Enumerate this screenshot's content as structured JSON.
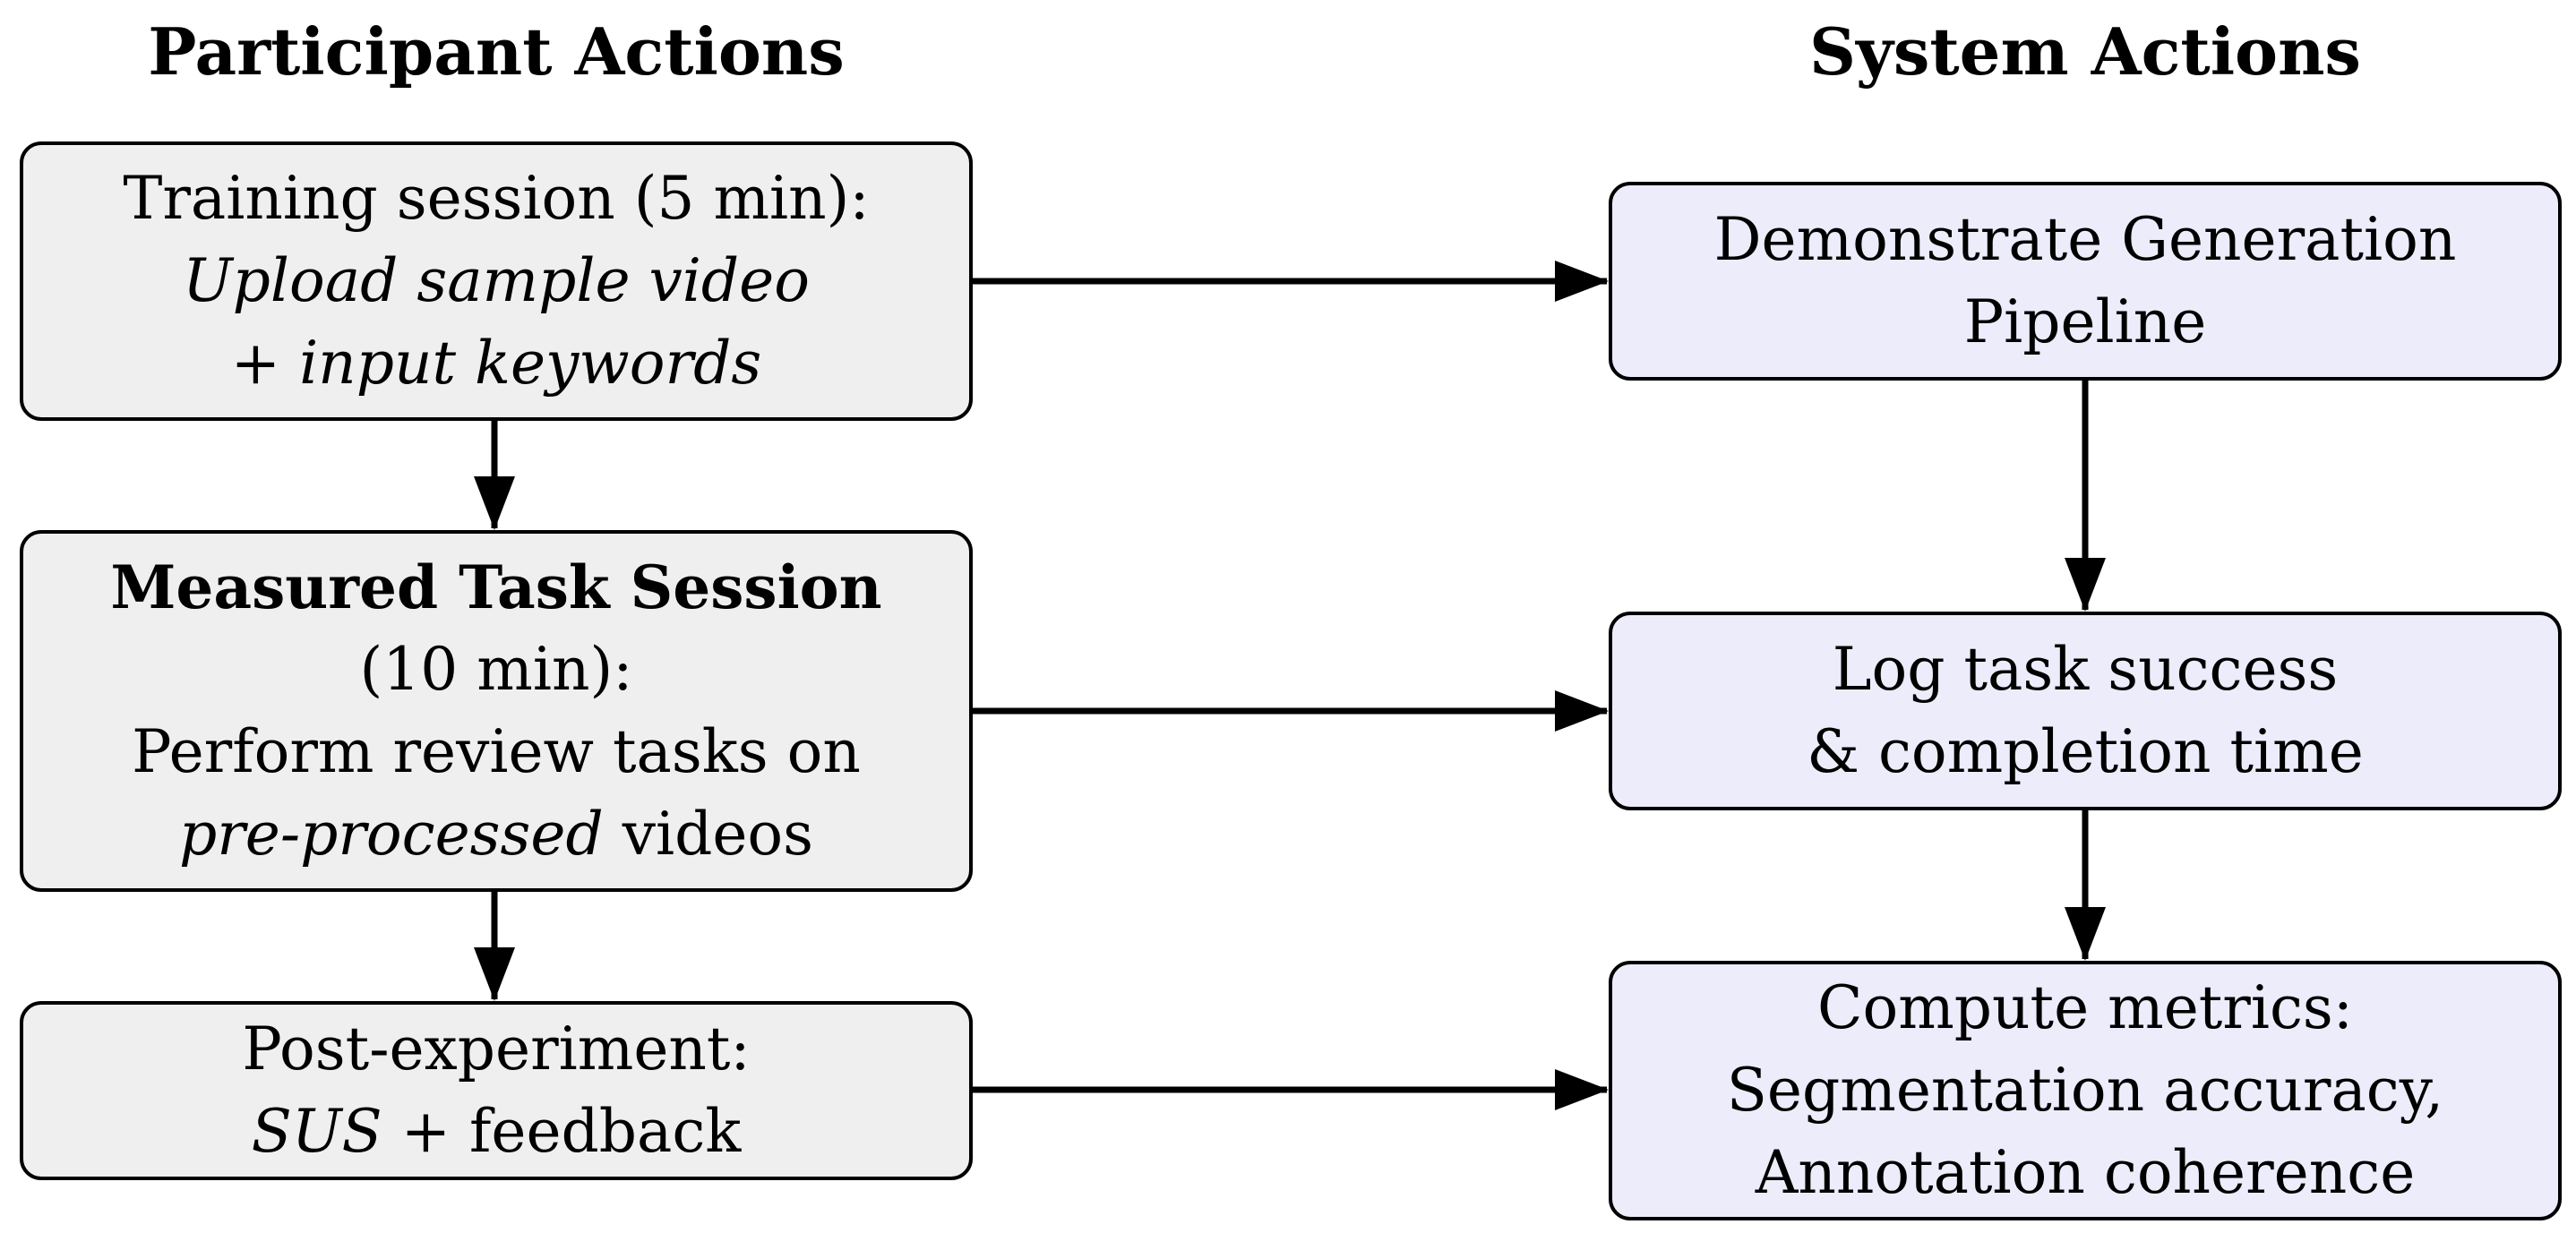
{
  "headings": {
    "participant": "Participant Actions",
    "system": "System Actions"
  },
  "participant_boxes": {
    "training": {
      "line1": "Training session (5 min):",
      "line2": "Upload sample video",
      "line3_plus": "+ ",
      "line3_italic": "input keywords"
    },
    "measured": {
      "line1": "Measured Task Session",
      "line2": "(10 min):",
      "line3": "Perform review tasks on",
      "line4_italic": "pre-processed",
      "line4_rest": " videos"
    },
    "post": {
      "line1": "Post-experiment:",
      "line2_italic": "SUS",
      "line2_rest": " + feedback"
    }
  },
  "system_boxes": {
    "demo": {
      "line1": "Demonstrate Generation",
      "line2": "Pipeline"
    },
    "log": {
      "line1": "Log task success",
      "line2": "& completion time"
    },
    "compute": {
      "line1": "Compute metrics:",
      "line2": "Segmentation accuracy,",
      "line3": "Annotation coherence"
    }
  },
  "colors": {
    "participant_fill": "#efefef",
    "system_fill": "#ececfb",
    "stroke": "#000000"
  }
}
